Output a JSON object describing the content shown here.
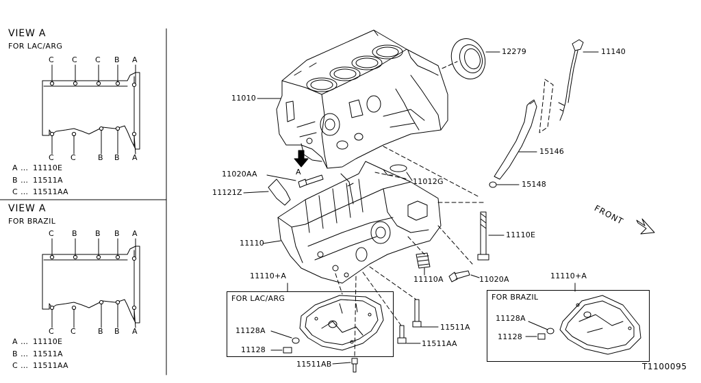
{
  "diagram": {
    "view_a_lac": {
      "title": "VIEW A",
      "subtitle": "FOR LAC/ARG",
      "top_letters": [
        "C",
        "C",
        "C",
        "B",
        "A"
      ],
      "bottom_letters": [
        "C",
        "C",
        "B",
        "B",
        "A"
      ],
      "legend": [
        {
          "key": "A",
          "value": "11110E"
        },
        {
          "key": "B",
          "value": "11511A"
        },
        {
          "key": "C",
          "value": "11511AA"
        }
      ]
    },
    "view_a_brazil": {
      "title": "VIEW A",
      "subtitle": "FOR BRAZIL",
      "top_letters": [
        "C",
        "B",
        "B",
        "B",
        "A"
      ],
      "bottom_letters": [
        "C",
        "C",
        "B",
        "B",
        "A"
      ],
      "legend": [
        {
          "key": "A",
          "value": "11110E"
        },
        {
          "key": "B",
          "value": "11511A"
        },
        {
          "key": "C",
          "value": "11511AA"
        }
      ]
    },
    "view_arrow_label": "A",
    "front_label": "FRONT",
    "parts": {
      "p12279": "12279",
      "p11140": "11140",
      "p11010": "11010",
      "p15146": "15146",
      "p11020AA": "11020AA",
      "p11012G": "11012G",
      "p15148": "15148",
      "p11121Z": "11121Z",
      "p11110E": "11110E",
      "p11110": "11110",
      "p11110A": "11110A",
      "p11020A": "11020A",
      "p11110plusA_left": "11110+A",
      "p11110plusA_right": "11110+A",
      "p11128A_left": "11128A",
      "p11128_left": "11128",
      "p11511A": "11511A",
      "p11511AA": "11511AA",
      "p11511AB": "11511AB",
      "p11128A_right": "11128A",
      "p11128_right": "11128"
    },
    "box_lac_title": "FOR LAC/ARG",
    "box_brazil_title": "FOR BRAZIL",
    "drawing_code": "T1100095"
  }
}
